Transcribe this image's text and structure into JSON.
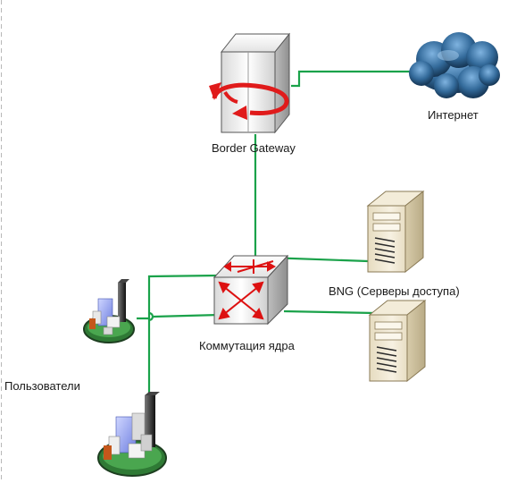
{
  "labels": {
    "border_gateway": "Border Gateway",
    "internet": "Интернет",
    "bng": "BNG (Серверы доступа)",
    "core_switching": "Коммутация ядра",
    "users": "Пользователи"
  },
  "nodes": [
    {
      "id": "border-gateway",
      "icon": "router-tower-icon"
    },
    {
      "id": "internet",
      "icon": "cloud-icon"
    },
    {
      "id": "core-switch",
      "icon": "switch-icon"
    },
    {
      "id": "bng-server-1",
      "icon": "server-icon"
    },
    {
      "id": "bng-server-2",
      "icon": "server-icon"
    },
    {
      "id": "users-building-1",
      "icon": "buildings-icon"
    },
    {
      "id": "users-building-2",
      "icon": "buildings-icon"
    }
  ],
  "links": [
    {
      "from": "border-gateway",
      "to": "internet"
    },
    {
      "from": "border-gateway",
      "to": "core-switch"
    },
    {
      "from": "core-switch",
      "to": "bng-server-1"
    },
    {
      "from": "core-switch",
      "to": "bng-server-2"
    },
    {
      "from": "core-switch",
      "to": "users-building-1"
    },
    {
      "from": "core-switch",
      "to": "users-building-2"
    }
  ],
  "colors": {
    "link": "#1aa24a",
    "gateway_arrow": "#e01b1b",
    "cloud": "#2d5f8a",
    "server_body": "#efe6cf",
    "dashed_border": "#b8b8b8"
  }
}
